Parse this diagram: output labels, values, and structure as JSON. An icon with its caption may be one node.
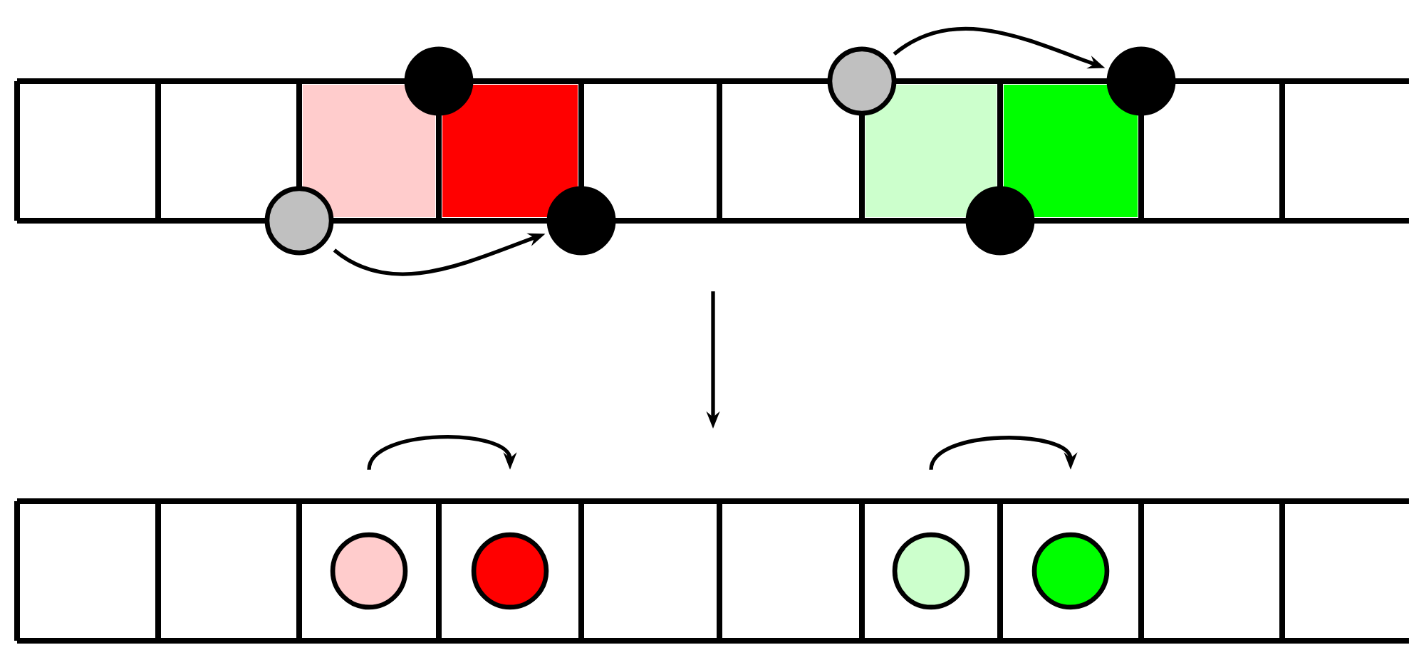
{
  "diagram": {
    "nodes": [
      {
        "text": [],
        "shape": "bar"
      },
      {
        "text": [],
        "shape": "box",
        "in": 0
      },
      {
        "text": [],
        "shape": "box",
        "in": 0
      },
      {
        "text": [],
        "shape": "box",
        "in": 0
      },
      {
        "text": [],
        "shape": "box",
        "in": 0
      },
      {
        "text": [],
        "shape": "circle"
      },
      {
        "text": [],
        "shape": "circle"
      },
      {
        "text": [],
        "shape": "circle"
      },
      {
        "text": [],
        "shape": "circle"
      },
      {
        "text": [],
        "shape": "circle"
      },
      {
        "text": [],
        "shape": "circle"
      },
      {
        "text": [],
        "shape": "bar"
      },
      {
        "text": [],
        "shape": "circle",
        "in": 11
      },
      {
        "text": [],
        "shape": "circle",
        "in": 11
      },
      {
        "text": [],
        "shape": "circle",
        "in": 11
      },
      {
        "text": [],
        "shape": "circle",
        "in": 11
      }
    ],
    "edges": [
      {
        "from": 8,
        "to": 9,
        "arrow": "to"
      },
      {
        "from": 6,
        "to": 7,
        "arrow": "to"
      },
      {
        "from": 0,
        "to": 11,
        "arrow": "to"
      },
      {
        "from": 12,
        "to": 13,
        "arrow": "to"
      },
      {
        "from": 14,
        "to": 15,
        "arrow": "to"
      }
    ]
  }
}
